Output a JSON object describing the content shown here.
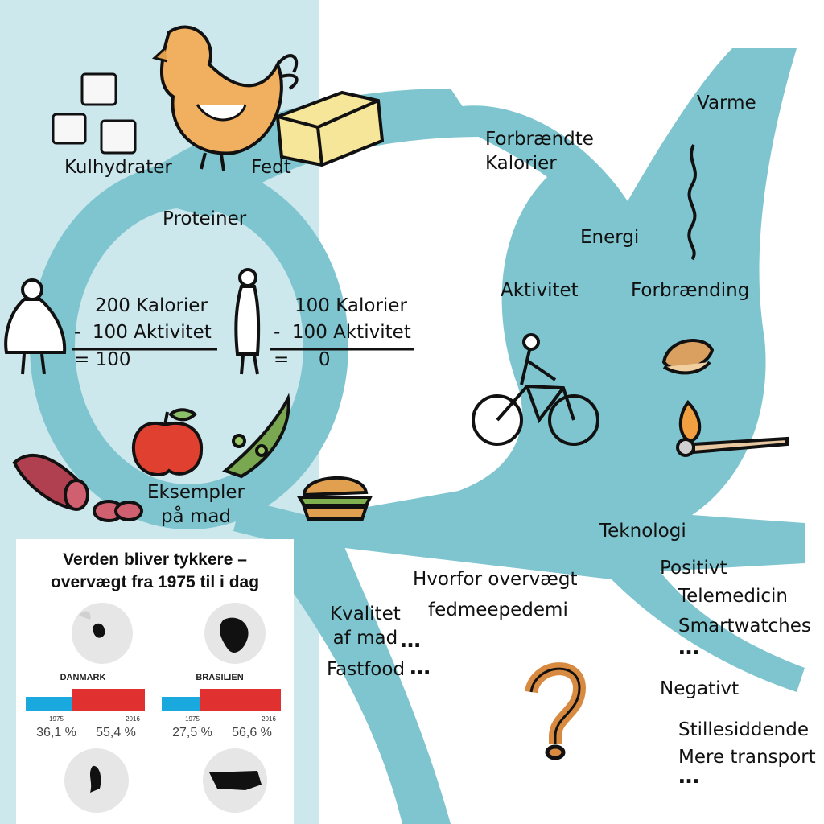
{
  "labels": {
    "kulhydrater": "Kulhydrater",
    "fedt": "Fedt",
    "proteiner": "Proteiner",
    "eksempler": "Eksempler\npå mad",
    "forbraendte": "Forbrændte\nKalorier",
    "varme": "Varme",
    "energi": "Energi",
    "aktivitet": "Aktivitet",
    "forbraending": "Forbrænding",
    "teknologi": "Teknologi",
    "positivt": "Positivt",
    "telemedicin": "Telemedicin",
    "smartwatches": "Smartwatches",
    "negativt": "Negativt",
    "stillesiddende": "Stillesiddende",
    "mere_transport": "Mere transport",
    "hvorfor": "Hvorfor overvægt",
    "fedmeepedemi": "fedmeepedemi",
    "kvalitet": "Kvalitet\naf mad",
    "fastfood": "Fastfood",
    "ellipsis": "…"
  },
  "equations": {
    "left": {
      "line1": "200 Kalorier",
      "line2": "-  100 Aktivitet",
      "line3": "= 100"
    },
    "right": {
      "line1": "100 Kalorier",
      "line2": "-  100 Aktivitet",
      "line3": "=     0"
    }
  },
  "infographic": {
    "title": "Verden bliver tykkere –\novervægt fra 1975 til i dag",
    "colors": {
      "y1975": "#19a9de",
      "y2016": "#e03030"
    },
    "countries": [
      {
        "name": "DANMARK",
        "year_a": "1975",
        "year_b": "2016",
        "pct_a": "36,1 %",
        "pct_b": "55,4 %",
        "value_a": 36.1,
        "value_b": 55.4
      },
      {
        "name": "BRASILIEN",
        "year_a": "1975",
        "year_b": "2016",
        "pct_a": "27,5 %",
        "pct_b": "56,6 %",
        "value_a": 27.5,
        "value_b": 56.6
      }
    ]
  }
}
